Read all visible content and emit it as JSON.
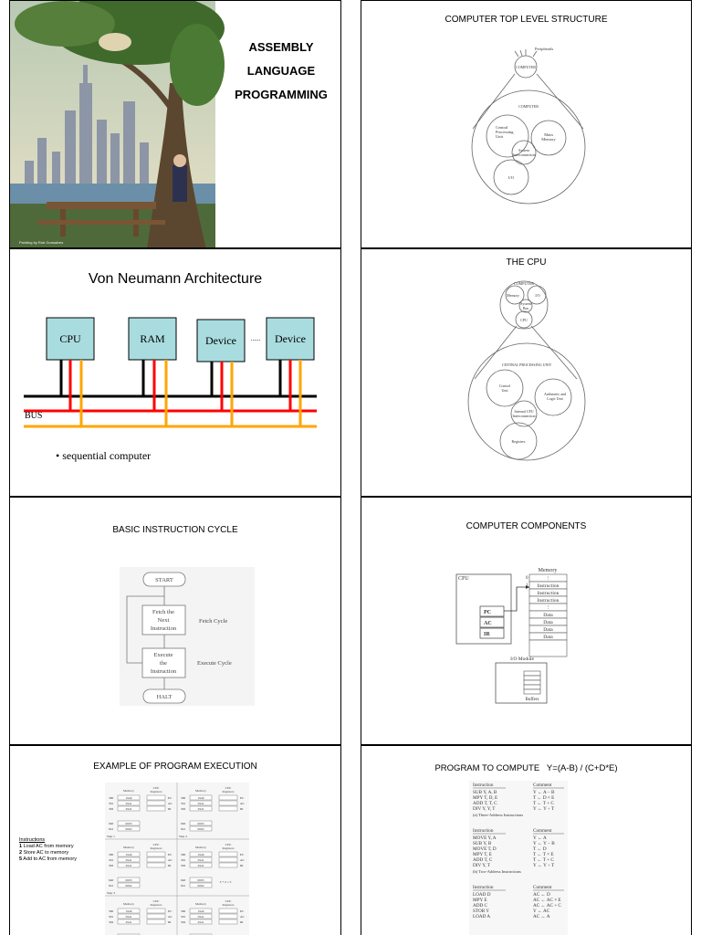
{
  "slides": {
    "s1": {
      "title_lines": [
        "ASSEMBLY",
        "LANGUAGE",
        "PROGRAMMING"
      ],
      "image_credit": "Painting by Rob Gonsalves"
    },
    "s2": {
      "title": "COMPUTER TOP LEVEL STRUCTURE",
      "labels": {
        "peripherals": "Peripherals",
        "computer_small": "COMPUTER",
        "computer_big": "COMPUTER",
        "cpu": [
          "Central",
          "Processing",
          "Unit"
        ],
        "memory": [
          "Main",
          "Memory"
        ],
        "interconnect": [
          "System",
          "Interconnection"
        ],
        "io": "I/O"
      }
    },
    "s3": {
      "title": "Von Neumann Architecture",
      "boxes": [
        "CPU",
        "RAM",
        "Device",
        "Device"
      ],
      "dots": "......",
      "bus": "BUS",
      "bullet": "• sequential computer"
    },
    "s4": {
      "title": "THE CPU",
      "labels": {
        "computer": "COMPUTER",
        "memory": "Memory",
        "io": "I/O",
        "system_bus": [
          "System",
          "Bus"
        ],
        "cpu": "CPU",
        "cpu_unit": "CENTRAL PROCESSING UNIT",
        "control_unit": [
          "Control",
          "Unit"
        ],
        "alu": [
          "Arithmetic and",
          "Logic Unit"
        ],
        "internal": [
          "Internal CPU",
          "Interconnection"
        ],
        "registers": "Registers"
      }
    },
    "s5": {
      "title": "BASIC INSTRUCTION CYCLE",
      "start": "START",
      "fetch": [
        "Fetch the",
        "Next",
        "Instruction"
      ],
      "fetch_cycle": "Fetch Cycle",
      "execute": [
        "Execute",
        "the",
        "Instruction"
      ],
      "execute_cycle": "Execute Cycle",
      "halt": "HALT"
    },
    "s6": {
      "title": "COMPUTER COMPONENTS",
      "cpu": "CPU",
      "memory": "Memory",
      "regs": [
        "PC",
        "AC",
        "IR"
      ],
      "mem_rows": [
        "⋮",
        "Instruction",
        "Instruction",
        "Instruction",
        "⋮",
        "Data",
        "Data",
        "Data",
        "Data"
      ],
      "addr0": "0",
      "addr1": "1",
      "io_module": "I/O Module",
      "buffers": "Buffers"
    },
    "s7": {
      "title": "EXAMPLE OF PROGRAM EXECUTION",
      "instructions_heading": "Instructions",
      "instructions": [
        {
          "num": "1",
          "text": " Load AC from memory"
        },
        {
          "num": "2",
          "text": " Store AC to memory"
        },
        {
          "num": "5",
          "text": " Add to AC from memory"
        }
      ],
      "memory_label": "Memory",
      "registers_label": [
        "CPU",
        "Registers"
      ],
      "addresses": [
        "300",
        "301",
        "302"
      ],
      "data_addresses": [
        "940",
        "941"
      ],
      "words": [
        "1940",
        "5941",
        "2941"
      ],
      "data_words": [
        "0003",
        "0002"
      ],
      "reg_names": [
        "PC",
        "AC",
        "IR"
      ],
      "step1": "Step 1",
      "step2": "Step 2",
      "step3": "Step 3",
      "sum": "3 + 2 = 5"
    },
    "s8": {
      "title": "PROGRAM TO COMPUTE   Y=(A-B) / (C+D*E)",
      "head": [
        "Instruction",
        "Comment"
      ],
      "three": [
        [
          "SUB   Y, A, B",
          "Y ← A − B"
        ],
        [
          "MPY   T, D, E",
          "T ← D × E"
        ],
        [
          "ADD   T, T, C",
          "T ← T + C"
        ],
        [
          "DIV   Y, Y, T",
          "Y ← Y ÷ T"
        ]
      ],
      "three_caption": "(a) Three-Address Instructions",
      "two": [
        [
          "MOVE  Y, A",
          "Y ← A"
        ],
        [
          "SUB   Y, B",
          "Y ← Y − B"
        ],
        [
          "MOVE  T, D",
          "T ← D"
        ],
        [
          "MPY   T, E",
          "T ← T × E"
        ],
        [
          "ADD   T, C",
          "T ← T + C"
        ],
        [
          "DIV   Y, T",
          "Y ← Y ÷ T"
        ]
      ],
      "two_caption": "(b) Two-Address Instructions",
      "one": [
        [
          "LOAD  D",
          "AC ← D"
        ],
        [
          "MPY   E",
          "AC ← AC × E"
        ],
        [
          "ADD   C",
          "AC ← AC + C"
        ],
        [
          "STOR  Y",
          "Y ← AC"
        ],
        [
          "LOAD  A",
          "AC ← A"
        ]
      ]
    }
  }
}
